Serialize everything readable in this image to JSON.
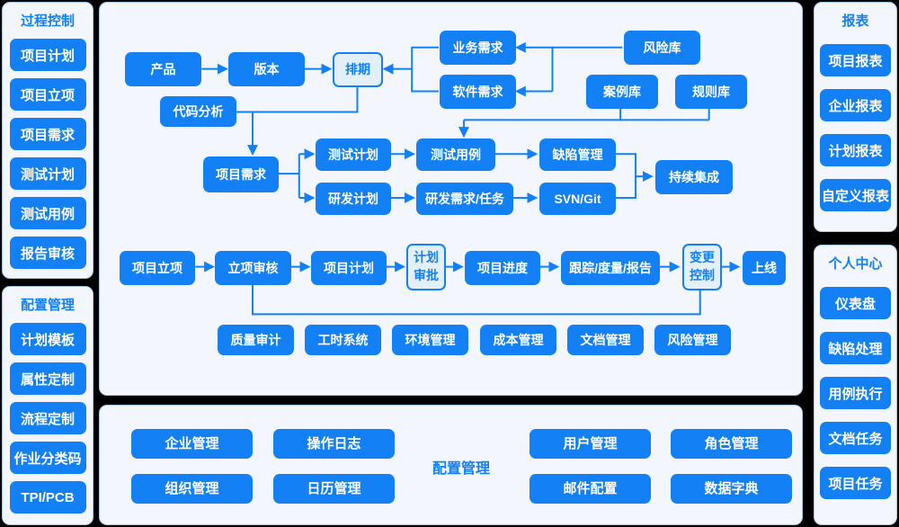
{
  "colors": {
    "primary": "#1380f6",
    "light_fill": "#e4effc",
    "panel_bg": "#f3f7fd",
    "panel_border": "#a6c9f0",
    "page_bg": "#000000",
    "text_on_primary": "#ffffff"
  },
  "sidebar_process": {
    "title": "过程控制",
    "items": [
      "项目计划",
      "项目立项",
      "项目需求",
      "测试计划",
      "测试用例",
      "报告审核"
    ]
  },
  "sidebar_config": {
    "title": "配置管理",
    "items": [
      "计划模板",
      "属性定制",
      "流程定制",
      "作业分类码",
      "TPI/PCB"
    ]
  },
  "sidebar_report": {
    "title": "报表",
    "items": [
      "项目报表",
      "企业报表",
      "计划报表",
      "自定义报表"
    ]
  },
  "sidebar_personal": {
    "title": "个人中心",
    "items": [
      "仪表盘",
      "缺陷处理",
      "用例执行",
      "文档任务",
      "项目任务"
    ]
  },
  "diagram": {
    "nodes": {
      "product": "产品",
      "version": "版本",
      "schedule": "排期",
      "code_analysis": "代码分析",
      "business_req": "业务需求",
      "software_req": "软件需求",
      "risk_lib": "风险库",
      "case_lib": "案例库",
      "rule_lib": "规则库",
      "project_req": "项目需求",
      "test_plan": "测试计划",
      "dev_plan": "研发计划",
      "test_case": "测试用例",
      "dev_req_task": "研发需求/任务",
      "defect_mgmt": "缺陷管理",
      "svn_git": "SVN/Git",
      "ci": "持续集成",
      "project_initiation": "项目立项",
      "initiation_review": "立项审核",
      "project_plan": "项目计划",
      "plan_approval": "计划\n审批",
      "project_progress": "项目进度",
      "track_measure_report": "跟踪/度量/报告",
      "change_control": "变更\n控制",
      "online": "上线",
      "quality_audit": "质量审计",
      "time_system": "工时系统",
      "env_mgmt": "环境管理",
      "cost_mgmt": "成本管理",
      "doc_mgmt": "文档管理",
      "risk_mgmt": "风险管理"
    }
  },
  "bottom_panel": {
    "title": "配置管理",
    "items": [
      "企业管理",
      "操作日志",
      "用户管理",
      "角色管理",
      "组织管理",
      "日历管理",
      "邮件配置",
      "数据字典"
    ]
  }
}
